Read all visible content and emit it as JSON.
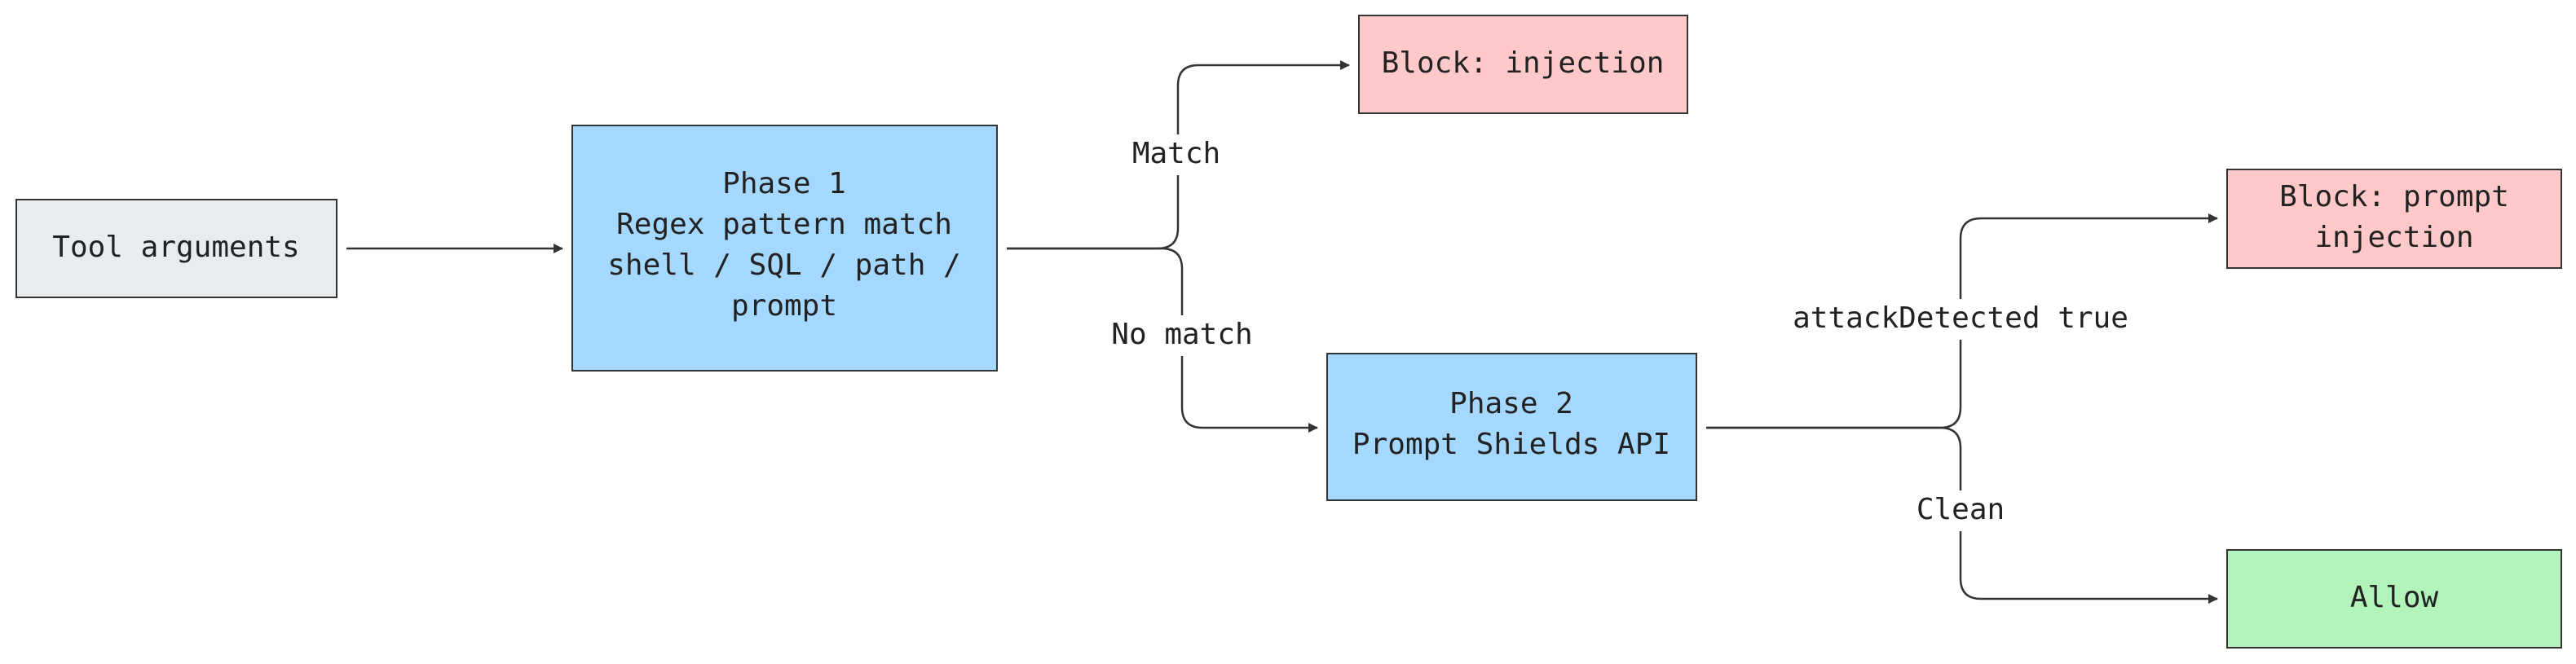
{
  "diagram": {
    "colors": {
      "input_fill": "#e9ecef",
      "phase_fill": "#a5d8ff",
      "block_fill": "#ffc9c9",
      "allow_fill": "#b2f2bb",
      "stroke": "#333333"
    },
    "nodes": {
      "tool_arguments": {
        "lines": [
          "Tool arguments"
        ]
      },
      "phase1": {
        "lines": [
          "Phase 1",
          "Regex pattern match",
          "shell / SQL / path /",
          "prompt"
        ]
      },
      "block_injection": {
        "lines": [
          "Block: injection"
        ]
      },
      "phase2": {
        "lines": [
          "Phase 2",
          "Prompt Shields API"
        ]
      },
      "block_prompt_injection": {
        "lines": [
          "Block: prompt",
          "injection"
        ]
      },
      "allow": {
        "lines": [
          "Allow"
        ]
      }
    },
    "edges": {
      "match": {
        "label": "Match"
      },
      "no_match": {
        "label": "No match"
      },
      "attack_detected": {
        "label": "attackDetected true"
      },
      "clean": {
        "label": "Clean"
      }
    }
  }
}
